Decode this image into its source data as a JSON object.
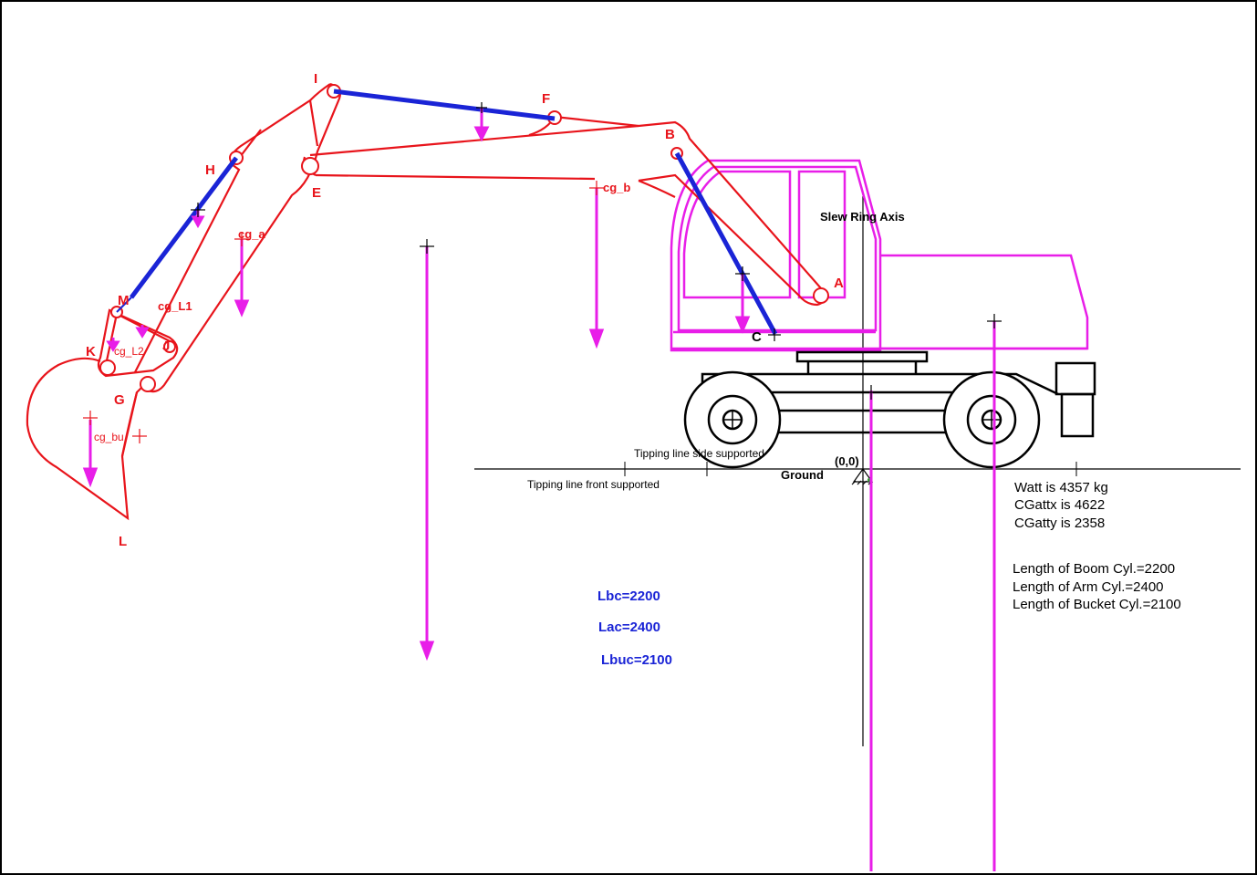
{
  "colors": {
    "linkage": "#e8141b",
    "cylinder": "#1a24d6",
    "load_arrow": "#e81ee8",
    "machine_body": "#e81ee8",
    "wheels": "#000000"
  },
  "joint_labels": {
    "I": "I",
    "F": "F",
    "B": "B",
    "H": "H",
    "E": "E",
    "A": "A",
    "C": "C",
    "M": "M",
    "K": "K",
    "J": "J",
    "G": "G",
    "L": "L"
  },
  "cg_labels": {
    "cg_b": "cg_b",
    "cg_a": "cg_a",
    "cg_L1": "cg_L1",
    "cg_L2": "cg_L2",
    "cg_bu": "cg_bu"
  },
  "axis_labels": {
    "slew_ring": "Slew Ring Axis",
    "origin": "(0,0)",
    "ground": "Ground",
    "tipping_side": "Tipping line side supported",
    "tipping_front": "Tipping line front supported"
  },
  "results": {
    "watt": "Watt is 4357 kg",
    "cgattx": "CGattx is 4622",
    "cgatty": "CGatty is 2358",
    "boom_cyl": "Length of Boom Cyl.=2200",
    "arm_cyl": "Length of Arm Cyl.=2400",
    "bucket_cyl": "Length of Bucket Cyl.=2100"
  },
  "cylinder_lengths": {
    "lbc": "Lbc=2200",
    "lac": "Lac=2400",
    "lbuc": "Lbuc=2100"
  }
}
